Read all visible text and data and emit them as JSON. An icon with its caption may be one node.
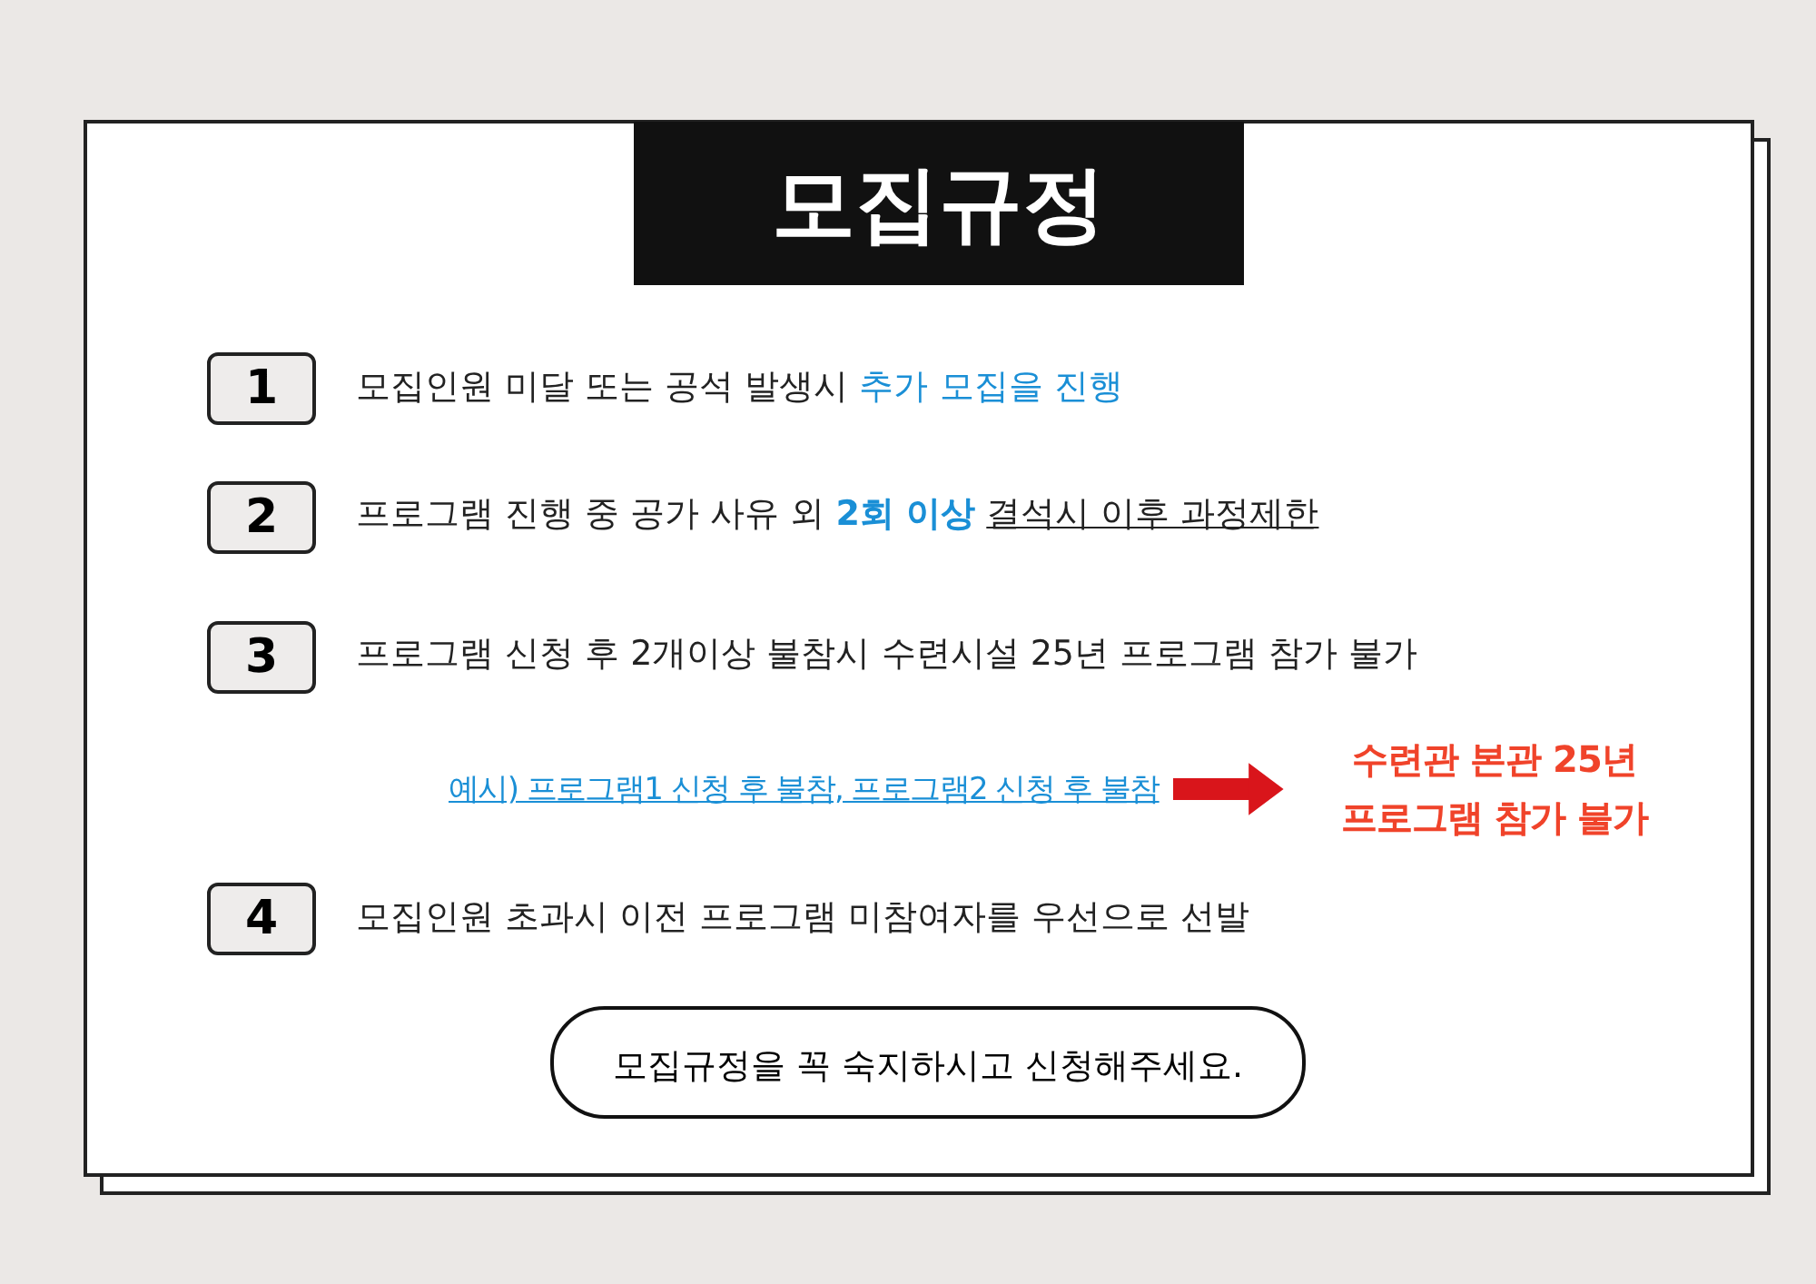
{
  "diagram": {
    "title": "모집규정",
    "nodes": [
      {
        "text": [
          "1"
        ],
        "beside": [
          "모집인원 미달 또는 공석 발생시",
          "추가 모집을 진행"
        ]
      },
      {
        "text": [
          "2"
        ],
        "beside": [
          "프로그램 진행 중 공가 사유 외",
          "2회 이상",
          "결석시 이후 과정제한"
        ]
      },
      {
        "text": [
          "3"
        ],
        "beside": [
          "프로그램 신청 후 2개이상 불참시 수련시설 25년 프로그램 참가 불가"
        ]
      },
      {
        "text": [
          "예시) 프로그램1 신청 후 불참, 프로그램2 신청 후 불참"
        ]
      },
      {
        "text": [
          "수련관 본관 25년 프로그램 참가 불가"
        ]
      },
      {
        "text": [
          "4"
        ],
        "beside": [
          "모집인원 초과시 이전 프로그램 미참여자를 우선으로 선발"
        ]
      },
      {
        "text": [
          "모집규정을 꼭 숙지하시고 신청해주세요."
        ]
      }
    ],
    "edges": [
      {
        "from": 3,
        "to": 4,
        "arrow": "to",
        "color": "#d9151b"
      }
    ]
  }
}
